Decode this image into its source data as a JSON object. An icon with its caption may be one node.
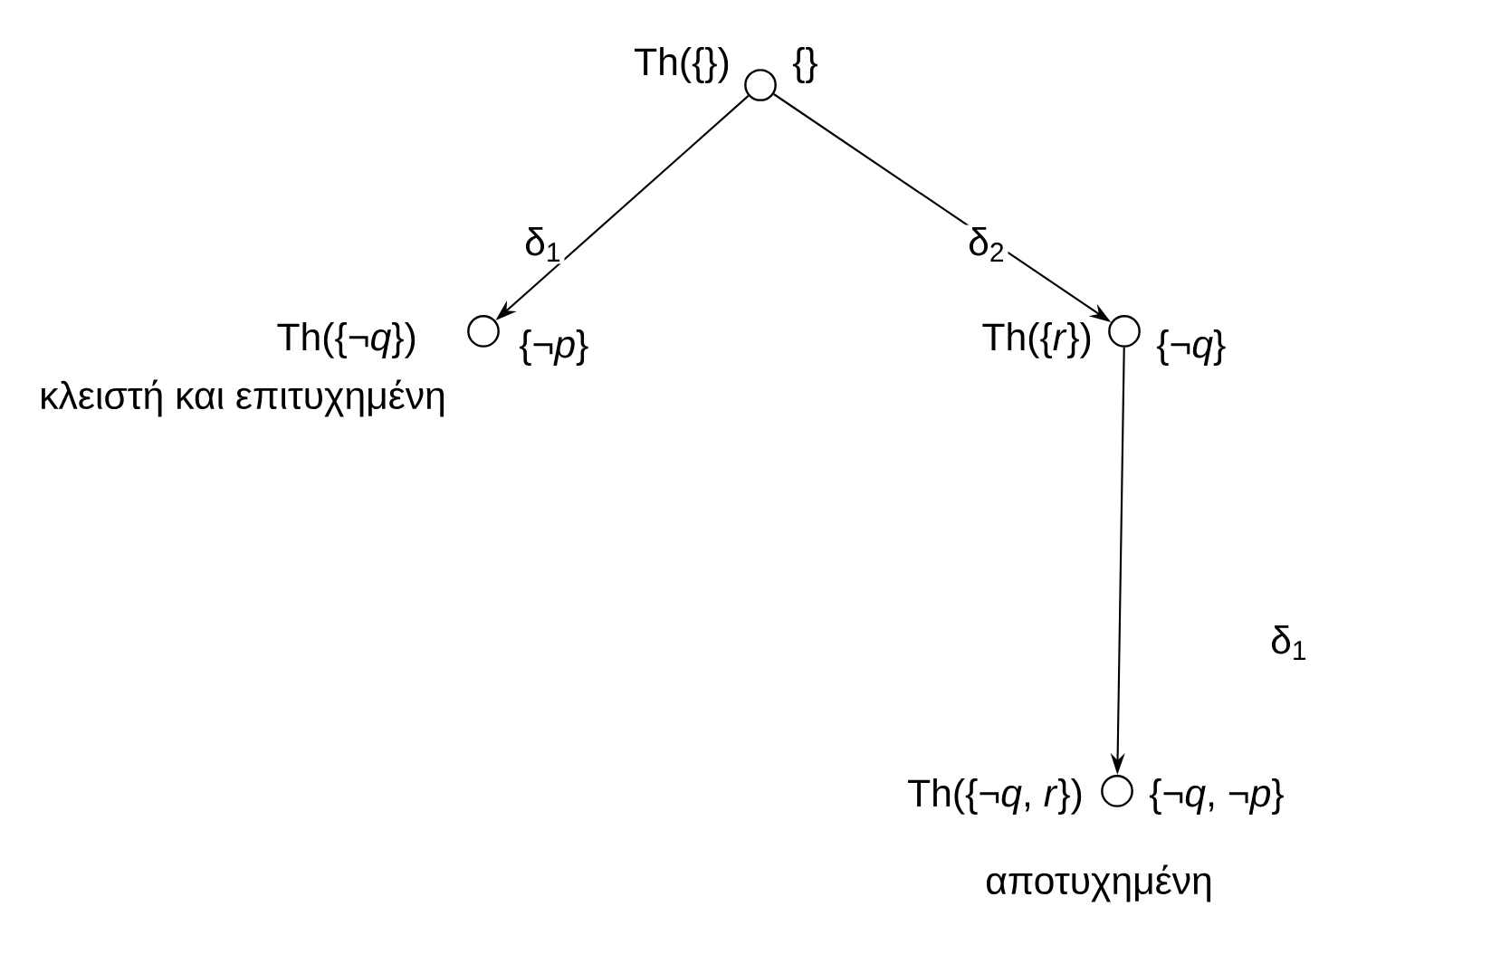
{
  "diagram": {
    "nodes": [
      {
        "text": [],
        "shape": "circle",
        "beside": [
          "Th({})",
          "{}"
        ]
      },
      {
        "text": [],
        "shape": "circle",
        "beside": [
          "Th({¬*q*})",
          "{¬*p*}",
          "κλειστή και επιτυχημένη"
        ]
      },
      {
        "text": [],
        "shape": "circle",
        "beside": [
          "Th({*r*})",
          "{¬*q*}"
        ]
      },
      {
        "text": [],
        "shape": "circle",
        "beside": [
          "Th({¬*q*, *r*})",
          "{¬*q*, ¬*p*}",
          "αποτυχημένη"
        ]
      }
    ],
    "edges": [
      {
        "from": 0,
        "to": 1,
        "arrow": "to",
        "label": "δ$_{1}$"
      },
      {
        "from": 0,
        "to": 2,
        "arrow": "to",
        "label": "δ$_{2}$"
      },
      {
        "from": 2,
        "to": 3,
        "arrow": "to",
        "label": "δ$_{1}$"
      }
    ]
  }
}
